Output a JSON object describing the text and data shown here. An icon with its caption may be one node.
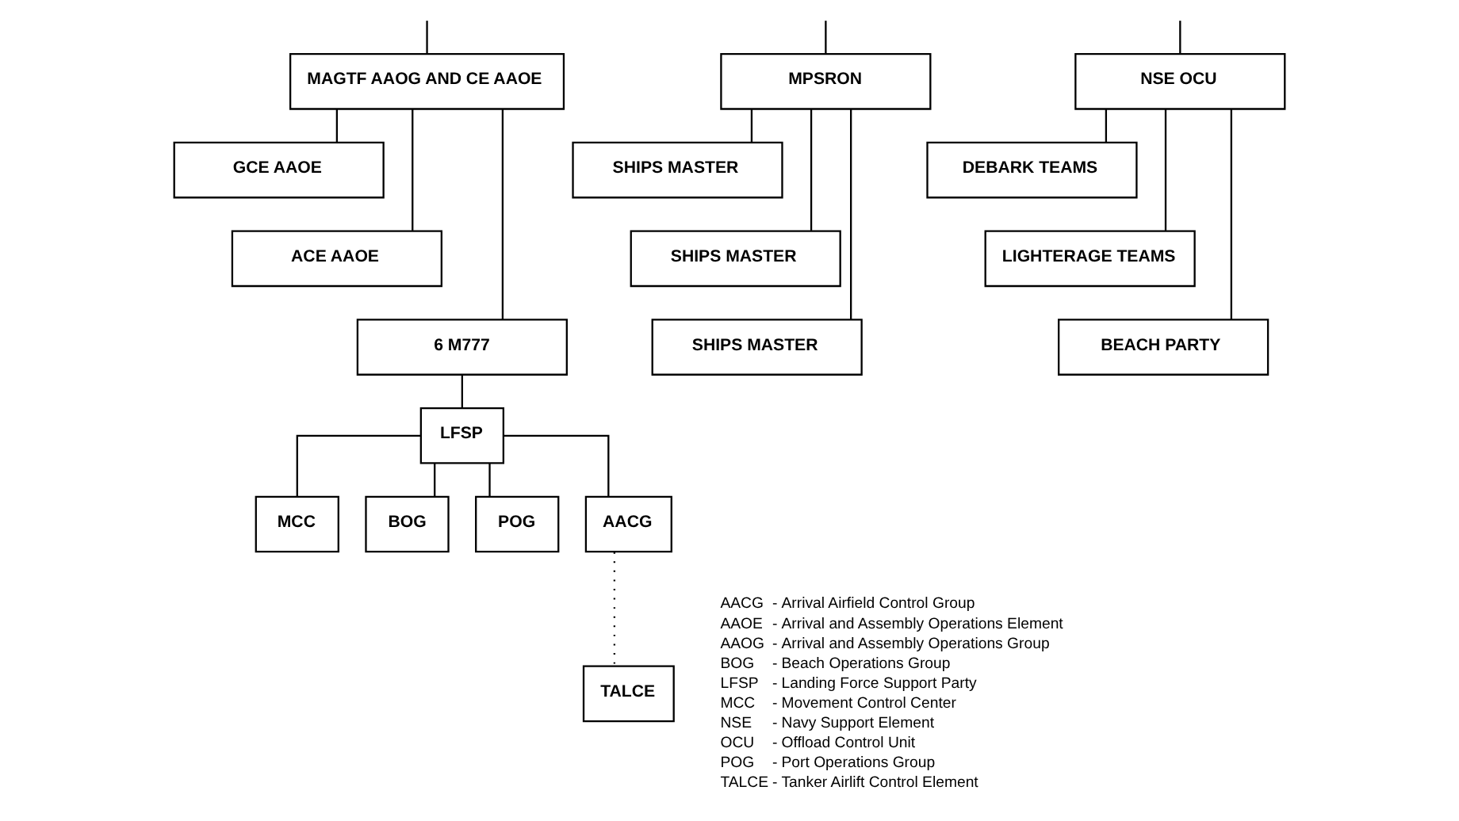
{
  "diagram": {
    "nodes": [
      {
        "text": [
          "MAGTF AAOG AND CE AAOE"
        ]
      },
      {
        "text": [
          "GCE AAOE"
        ]
      },
      {
        "text": [
          "ACE AAOE"
        ]
      },
      {
        "text": [
          "6 M777"
        ]
      },
      {
        "text": [
          "MPSRON"
        ]
      },
      {
        "text": [
          "SHIPS MASTER"
        ]
      },
      {
        "text": [
          "SHIPS MASTER"
        ]
      },
      {
        "text": [
          "SHIPS MASTER"
        ]
      },
      {
        "text": [
          "NSE OCU"
        ]
      },
      {
        "text": [
          "DEBARK TEAMS"
        ]
      },
      {
        "text": [
          "LIGHTERAGE TEAMS"
        ]
      },
      {
        "text": [
          "BEACH PARTY"
        ]
      },
      {
        "text": [
          "LFSP"
        ]
      },
      {
        "text": [
          "MCC"
        ]
      },
      {
        "text": [
          "BOG"
        ]
      },
      {
        "text": [
          "POG"
        ]
      },
      {
        "text": [
          "AACG"
        ]
      },
      {
        "text": [
          "TALCE"
        ]
      }
    ],
    "edges": [
      {
        "from": null,
        "to": 0,
        "arrow": "none"
      },
      {
        "from": null,
        "to": 4,
        "arrow": "none"
      },
      {
        "from": null,
        "to": 8,
        "arrow": "none"
      },
      {
        "from": 0,
        "to": 1,
        "arrow": "none"
      },
      {
        "from": 0,
        "to": 2,
        "arrow": "none"
      },
      {
        "from": 0,
        "to": 3,
        "arrow": "none"
      },
      {
        "from": 4,
        "to": 5,
        "arrow": "none"
      },
      {
        "from": 4,
        "to": 6,
        "arrow": "none"
      },
      {
        "from": 4,
        "to": 7,
        "arrow": "none"
      },
      {
        "from": 8,
        "to": 9,
        "arrow": "none"
      },
      {
        "from": 8,
        "to": 10,
        "arrow": "none"
      },
      {
        "from": 8,
        "to": 11,
        "arrow": "none"
      },
      {
        "from": 3,
        "to": 12,
        "arrow": "none"
      },
      {
        "from": 12,
        "to": 13,
        "arrow": "none"
      },
      {
        "from": 12,
        "to": 14,
        "arrow": "none"
      },
      {
        "from": 12,
        "to": 15,
        "arrow": "none"
      },
      {
        "from": 12,
        "to": 16,
        "arrow": "none"
      },
      {
        "from": 16,
        "to": 17,
        "arrow": "none",
        "style": "dashed"
      }
    ],
    "labels": [
      "AACG",
      "-",
      "Arrival Airfield Control Group",
      "AAOE",
      "-",
      "Arrival and Assembly Operations Element",
      "AAOG",
      "-",
      "Arrival and Assembly Operations Group",
      "BOG",
      "-",
      "Beach Operations Group",
      "LFSP",
      "-",
      "Landing Force Support Party",
      "MCC",
      "-",
      "Movement Control Center",
      "NSE",
      "-",
      "Navy Support Element",
      "OCU",
      "-",
      "Offload Control Unit",
      "POG",
      "-",
      "Port Operations Group",
      "TALCE",
      "-",
      "Tanker Airlift Control Element"
    ]
  }
}
